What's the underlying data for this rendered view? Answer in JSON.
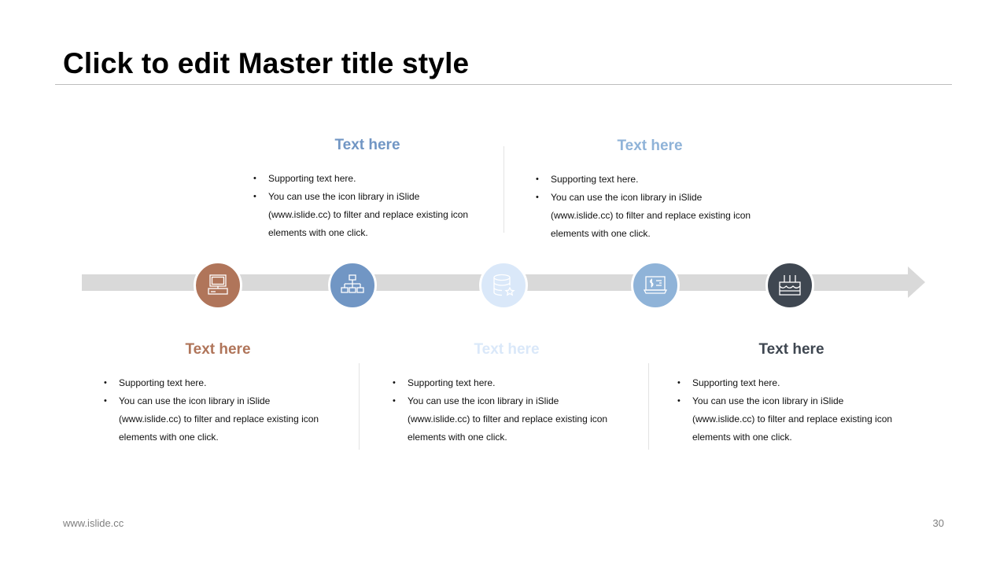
{
  "slide": {
    "title": "Click to edit Master title style",
    "footer_text": "www.islide.cc",
    "page_number": "30"
  },
  "colors": {
    "brown": "#b0755a",
    "steel_blue": "#7196c4",
    "pale_blue": "#dae8f9",
    "light_blue": "#8fb3d8",
    "charcoal": "#3f4751",
    "arrow": "#d9d9d9"
  },
  "timeline": {
    "nodes": [
      {
        "icon": "computer-icon",
        "color": "#b0755a"
      },
      {
        "icon": "sitemap-icon",
        "color": "#7196c4"
      },
      {
        "icon": "database-star-icon",
        "color": "#dae8f9"
      },
      {
        "icon": "monitor-dollar-icon",
        "color": "#8fb3d8"
      },
      {
        "icon": "birthday-cake-icon",
        "color": "#3f4751"
      }
    ]
  },
  "items": [
    {
      "heading": "Text here",
      "heading_color": "#b0755a",
      "bullets": [
        "Supporting text here.",
        "You can use the icon library in iSlide (www.islide.cc) to filter and replace existing icon elements with one click."
      ]
    },
    {
      "heading": "Text here",
      "heading_color": "#7196c4",
      "bullets": [
        "Supporting text here.",
        "You can use the icon library in iSlide (www.islide.cc) to filter and replace existing icon elements with one click."
      ]
    },
    {
      "heading": "Text here",
      "heading_color": "#dae8f9",
      "bullets": [
        "Supporting text here.",
        "You can use the icon library in iSlide (www.islide.cc) to filter and replace existing icon elements with one click."
      ]
    },
    {
      "heading": "Text here",
      "heading_color": "#8fb3d8",
      "bullets": [
        "Supporting text here.",
        "You can use the icon library in iSlide (www.islide.cc) to filter and replace existing icon elements with one click."
      ]
    },
    {
      "heading": "Text here",
      "heading_color": "#3f4751",
      "bullets": [
        "Supporting text here.",
        "You can use the icon library in iSlide (www.islide.cc) to filter and replace existing icon elements with one click."
      ]
    }
  ]
}
